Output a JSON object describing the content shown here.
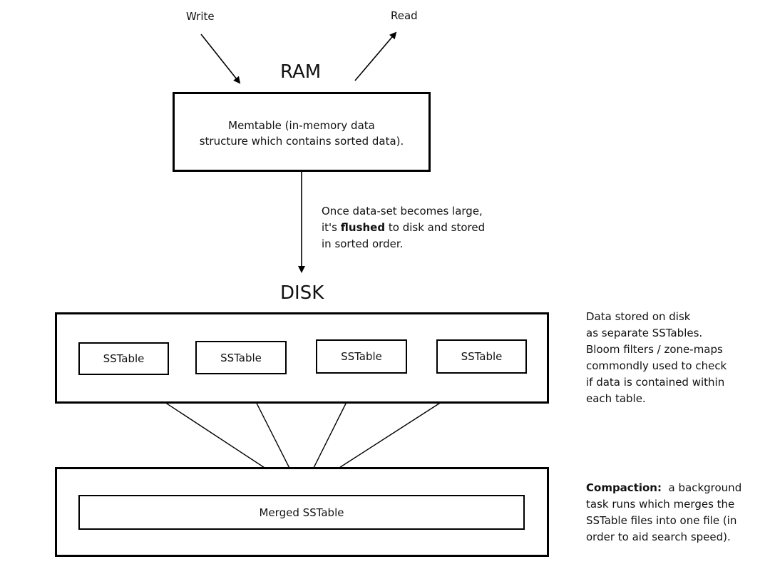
{
  "labels": {
    "write": "Write",
    "read": "Read",
    "ram": "RAM",
    "disk": "DISK"
  },
  "memtable": {
    "line1": "Memtable (in-memory data",
    "line2": "structure which contains sorted data)."
  },
  "flush_note": {
    "line1": "Once data-set becomes large,",
    "line2_pre": "it's ",
    "line2_bold": "flushed",
    "line2_post": " to disk and stored",
    "line3": "in sorted order."
  },
  "sstables": [
    "SSTable",
    "SSTable",
    "SSTable",
    "SSTable"
  ],
  "merged": "Merged SSTable",
  "disk_note": [
    "Data stored on disk",
    "as separate SSTables.",
    "Bloom filters / zone-maps",
    "commondly used to check",
    "if data is contained within",
    "each table."
  ],
  "compaction_note": {
    "bold": "Compaction:",
    "line1_rest": "  a background",
    "lines": [
      "task runs which merges the",
      "SSTable files into one file (in",
      "order to aid search speed)."
    ]
  }
}
